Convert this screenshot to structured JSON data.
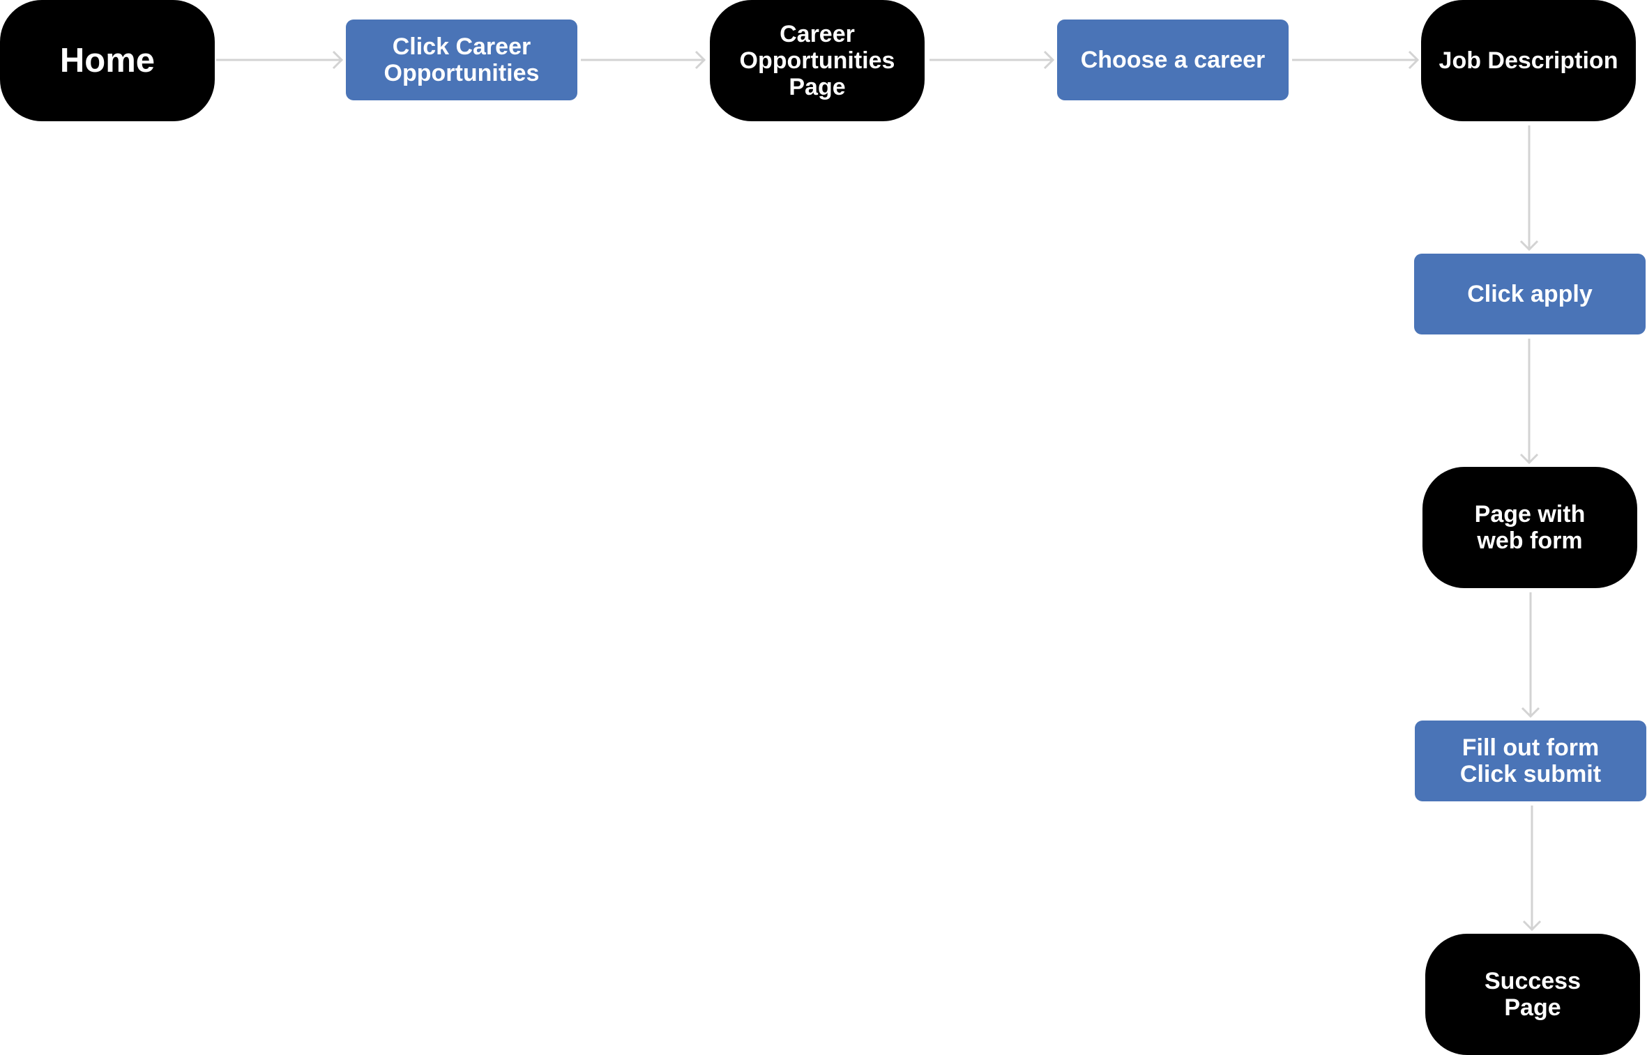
{
  "flowchart": {
    "nodes": {
      "home": {
        "label": "Home",
        "kind": "page"
      },
      "click_career": {
        "label": "Click Career\nOpportunities",
        "kind": "action"
      },
      "career_page": {
        "label": "Career\nOpportunities\nPage",
        "kind": "page"
      },
      "choose_career": {
        "label": "Choose a career",
        "kind": "action"
      },
      "job_description": {
        "label": "Job Description",
        "kind": "page"
      },
      "click_apply": {
        "label": "Click apply",
        "kind": "action"
      },
      "web_form_page": {
        "label": "Page with\nweb form",
        "kind": "page"
      },
      "fill_form": {
        "label": "Fill out form\nClick submit",
        "kind": "action"
      },
      "success_page": {
        "label": "Success\nPage",
        "kind": "page"
      }
    },
    "edges": [
      [
        "home",
        "click_career"
      ],
      [
        "click_career",
        "career_page"
      ],
      [
        "career_page",
        "choose_career"
      ],
      [
        "choose_career",
        "job_description"
      ],
      [
        "job_description",
        "click_apply"
      ],
      [
        "click_apply",
        "web_form_page"
      ],
      [
        "web_form_page",
        "fill_form"
      ],
      [
        "fill_form",
        "success_page"
      ]
    ]
  },
  "colors": {
    "page_node": "#000000",
    "action_node": "#4a74b7",
    "connector": "#d3d3d3",
    "node_text": "#ffffff"
  }
}
